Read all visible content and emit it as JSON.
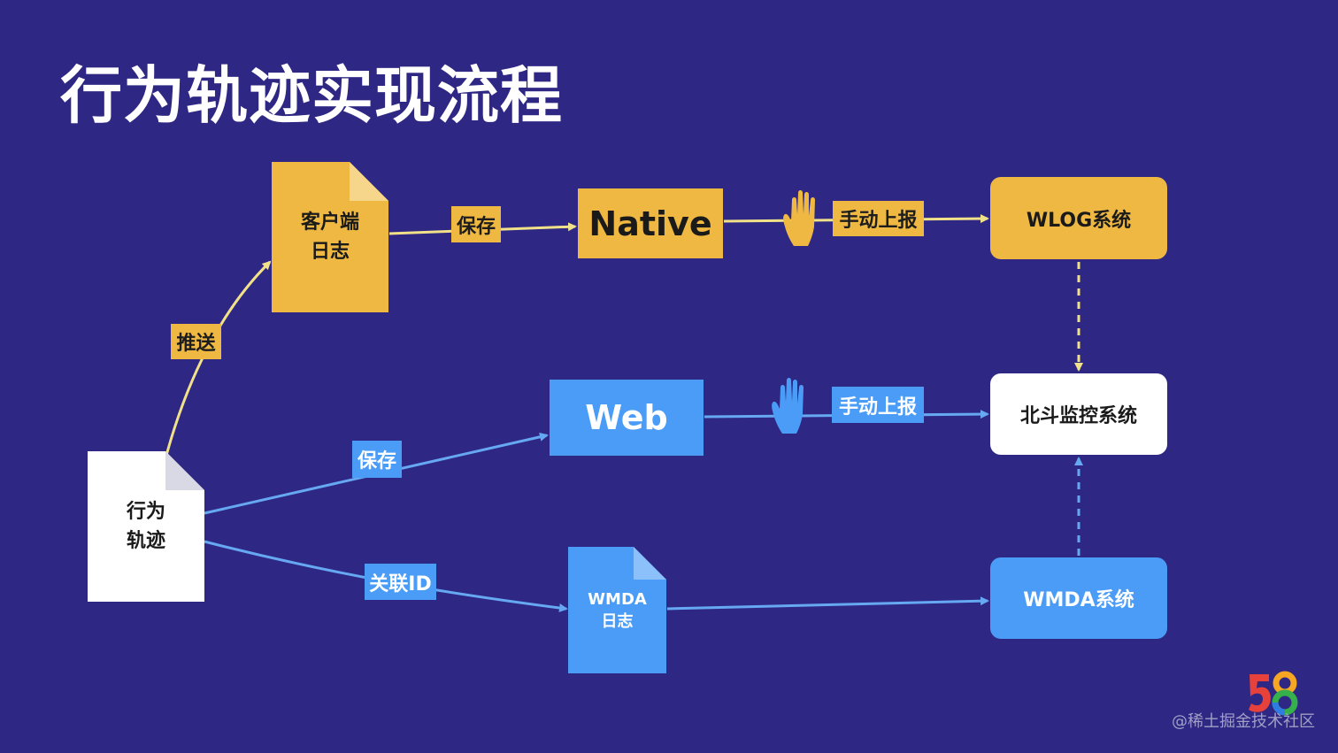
{
  "title": "行为轨迹实现流程",
  "nodes": {
    "source_doc": {
      "line1": "行为",
      "line2": "轨迹"
    },
    "client_log": {
      "line1": "客户端",
      "line2": "日志"
    },
    "native": "Native",
    "web": "Web",
    "wmda_log": {
      "line1": "WMDA",
      "line2": "日志"
    },
    "wlog": "WLOG系统",
    "beidou": "北斗监控系统",
    "wmda_system": "WMDA系统"
  },
  "edge_labels": {
    "push": "推送",
    "save_native": "保存",
    "save_web": "保存",
    "assoc_id": "关联ID",
    "manual_report_native": "手动上报",
    "manual_report_web": "手动上报"
  },
  "icons": {
    "hand_native": "hand-icon",
    "hand_web": "hand-icon",
    "logo": "58-logo-icon"
  },
  "colors": {
    "background": "#2e2783",
    "yellow": "#eeb842",
    "blue": "#4a9cf6",
    "yellow_line": "#f1e28a",
    "blue_line": "#66a8f2"
  },
  "watermark": "@稀土掘金技术社区"
}
